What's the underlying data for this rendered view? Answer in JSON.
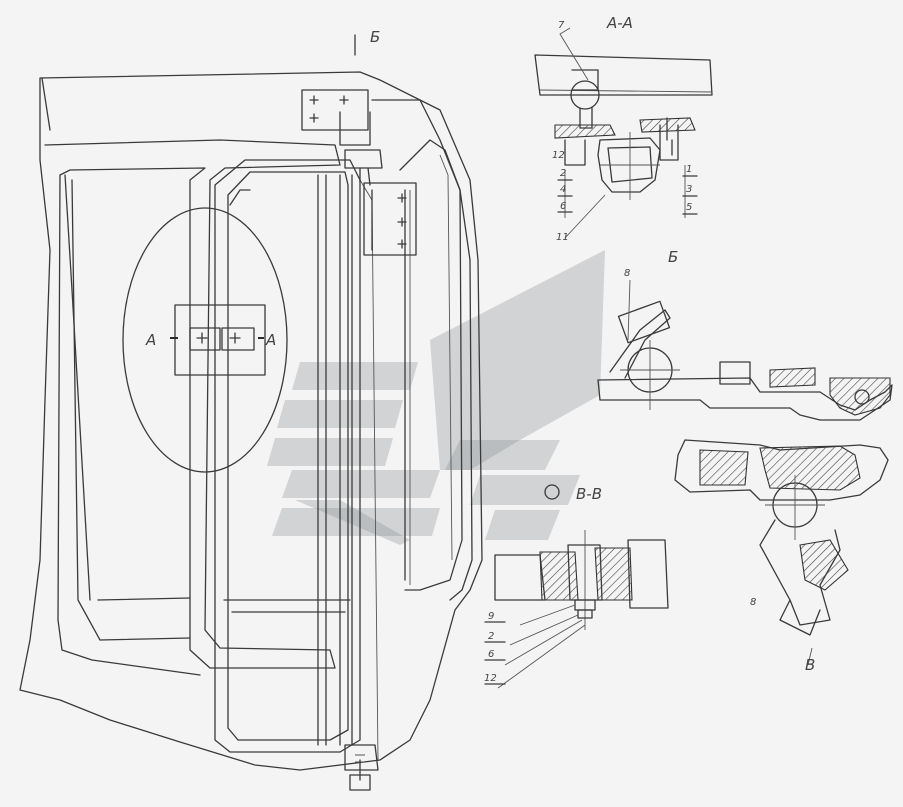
{
  "labels": {
    "view_b_top": "Б",
    "section_aa": "А-А",
    "view_b_right": "Б",
    "section_vv": "В-В",
    "view_v": "В",
    "cut_a_left": "А",
    "cut_a_right": "А"
  },
  "callouts": {
    "aa_top": "7",
    "aa_left_1": "2",
    "aa_left_2": "4",
    "aa_left_3": "6",
    "aa_left_4": "11",
    "aa_right_1": "1",
    "aa_right_2": "3",
    "aa_right_3": "5",
    "aa_small": "12",
    "b_detail": "8",
    "vv_1": "9",
    "vv_2": "2",
    "vv_3": "6",
    "vv_4": "12",
    "v_detail": "8"
  },
  "colors": {
    "line": "#3a3a3a",
    "background": "#f4f4f4",
    "watermark": "#8f9598"
  }
}
